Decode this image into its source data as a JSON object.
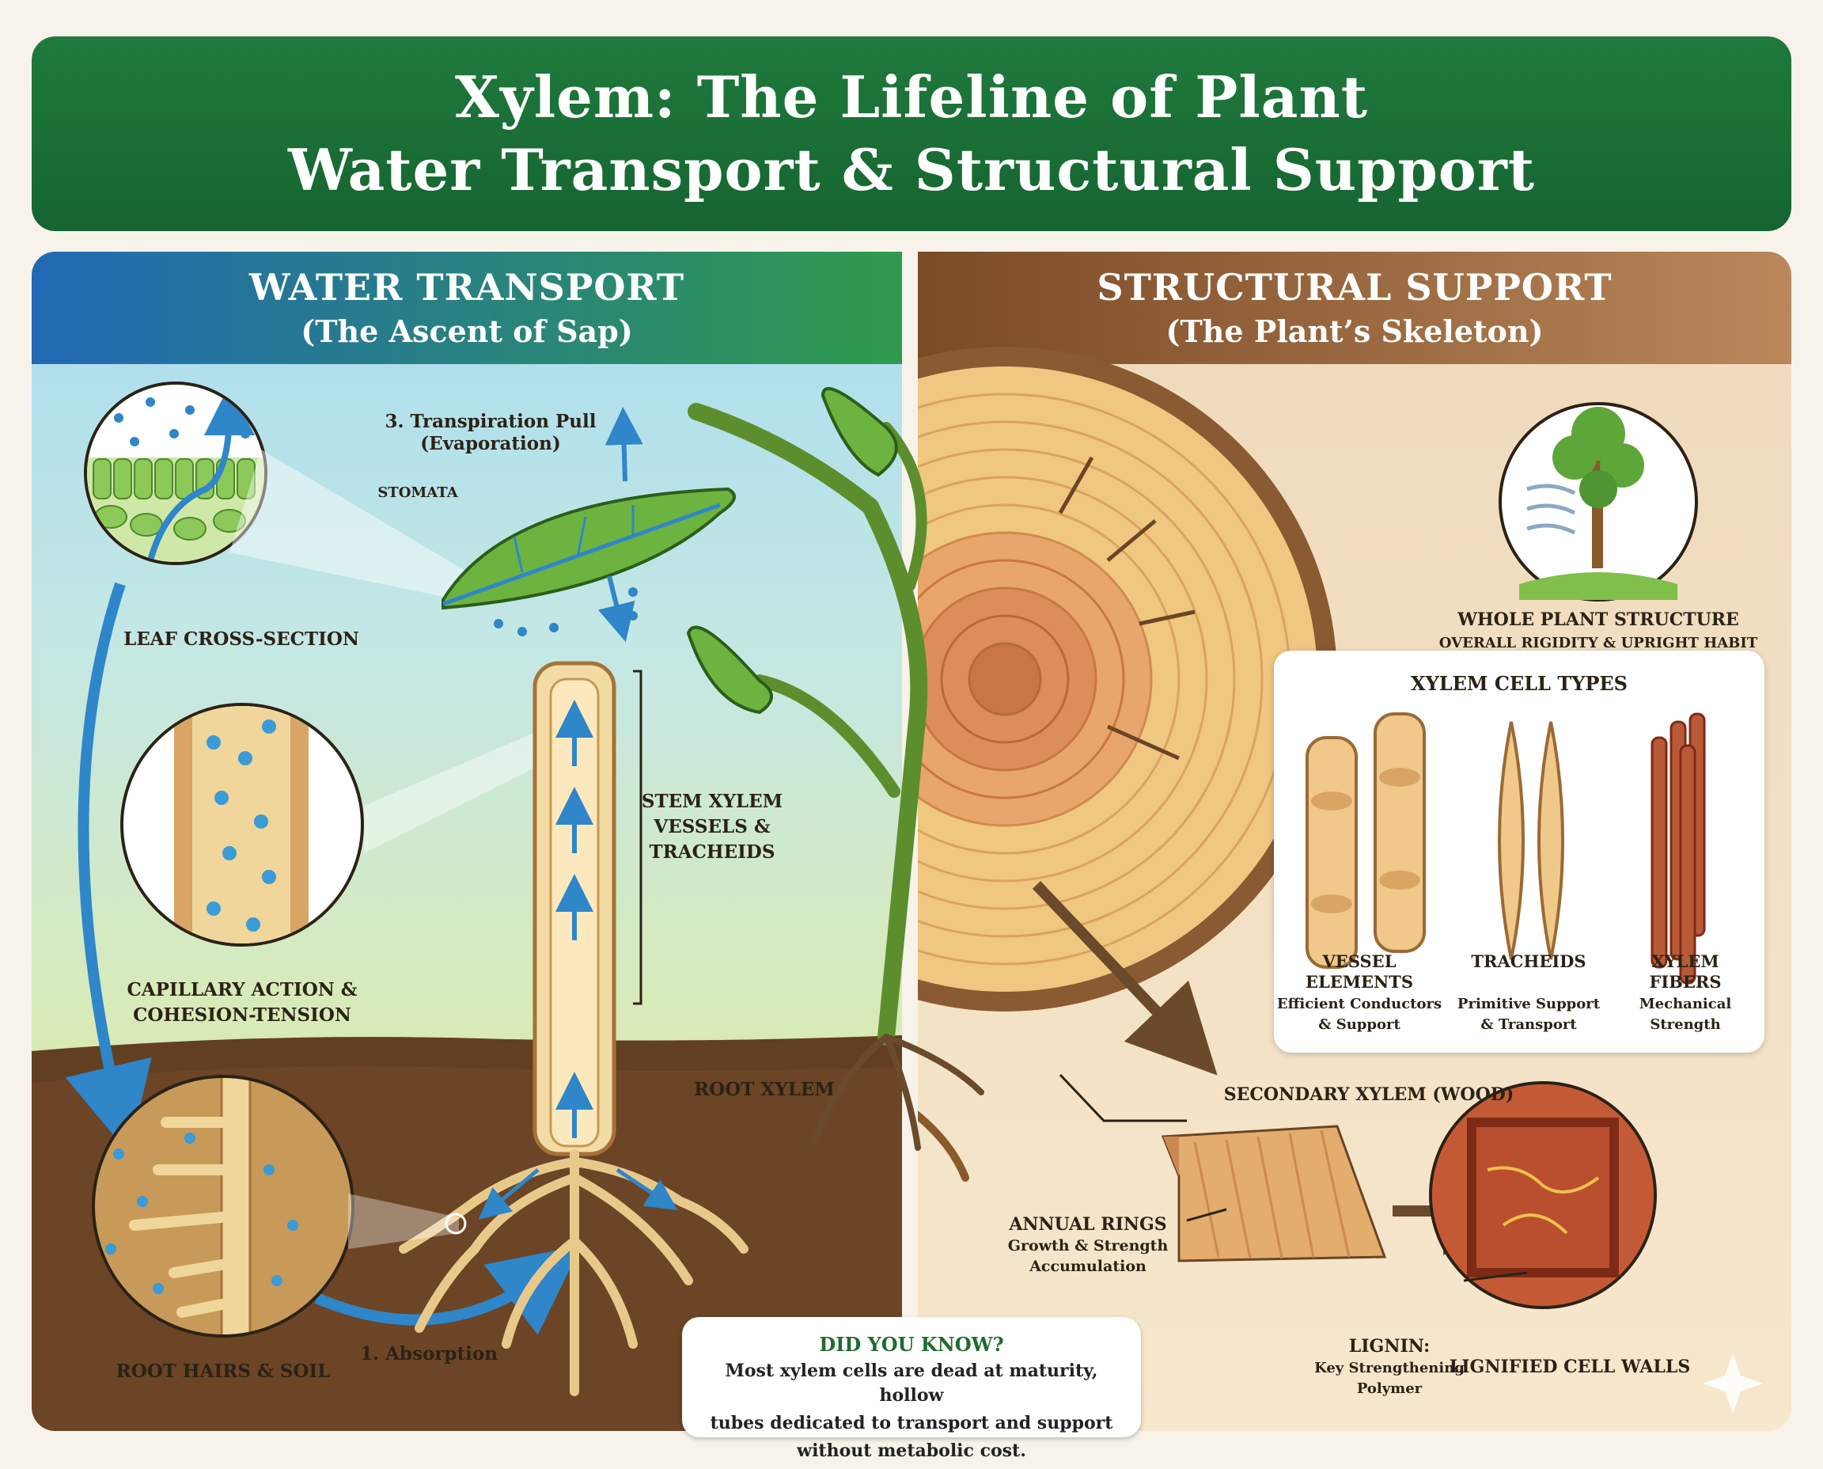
{
  "title": {
    "line1": "Xylem: The Lifeline of Plant",
    "line2": "Water Transport & Structural Support"
  },
  "water_transport": {
    "heading": "WATER TRANSPORT",
    "subheading": "(The Ascent of Sap)",
    "labels": {
      "transpiration_1": "3. Transpiration Pull",
      "transpiration_2": "(Evaporation)",
      "stomata": "STOMATA",
      "leaf_cross_section": "LEAF CROSS-SECTION",
      "stem_xylem_1": "STEM XYLEM",
      "stem_xylem_2": "VESSELS &",
      "stem_xylem_3": "TRACHEIDS",
      "capillary_1": "CAPILLARY ACTION &",
      "capillary_2": "COHESION-TENSION",
      "root_xylem": "ROOT XYLEM",
      "root_hairs": "ROOT HAIRS & SOIL",
      "absorption": "1. Absorption"
    }
  },
  "structural_support": {
    "heading": "STRUCTURAL SUPPORT",
    "subheading": "(The Plant’s Skeleton)",
    "whole_plant_title": "WHOLE PLANT STRUCTURE",
    "whole_plant_sub": "OVERALL RIGIDITY & UPRIGHT HABIT",
    "cell_types": {
      "title": "XYLEM CELL TYPES",
      "vessel_1": "VESSEL",
      "vessel_2": "ELEMENTS",
      "vessel_3": "Efficient Conductors",
      "vessel_4": "& Support",
      "tracheids_1": "TRACHEIDS",
      "tracheids_2": "Primitive Support",
      "tracheids_3": "& Transport",
      "fibers_1": "XYLEM",
      "fibers_2": "FIBERS",
      "fibers_3": "Mechanical",
      "fibers_4": "Strength"
    },
    "secondary_xylem": "SECONDARY XYLEM (WOOD)",
    "annual_rings_1": "ANNUAL RINGS",
    "annual_rings_2": "Growth & Strength",
    "annual_rings_3": "Accumulation",
    "lignin_1": "LIGNIN:",
    "lignin_2": "Key Strengthening",
    "lignin_3": "Polymer",
    "lignified": "LIGNIFIED CELL WALLS"
  },
  "did_you_know": {
    "title": "DID YOU KNOW?",
    "line1": "Most xylem cells are dead at maturity, hollow",
    "line2": "tubes dedicated to transport and support",
    "line3": "without metabolic cost."
  },
  "colors": {
    "title_green": "#1f7a3c",
    "water_blue": "#2f86c9",
    "soil_brown": "#6b4525",
    "wood": "#e9bf7a"
  }
}
